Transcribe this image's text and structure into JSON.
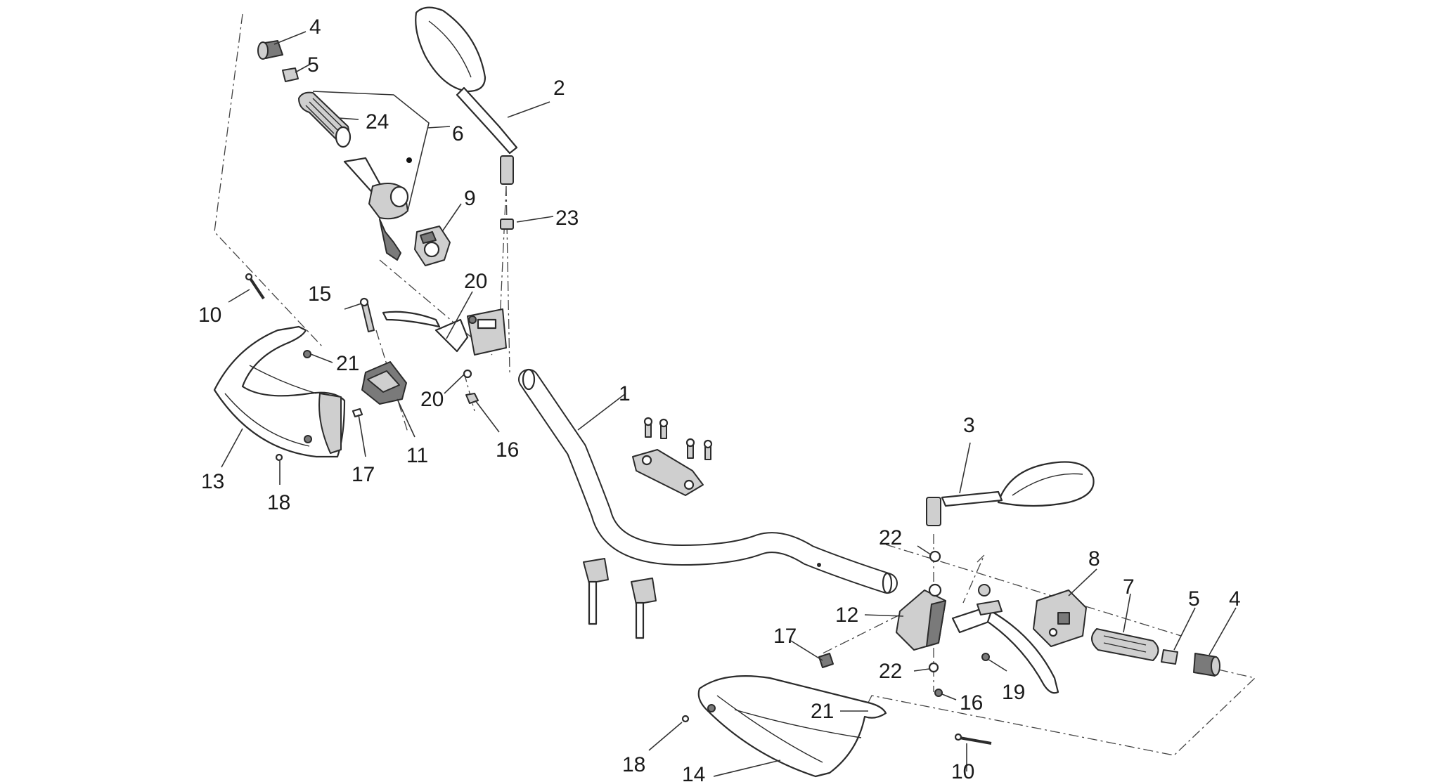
{
  "diagram": {
    "callouts": [
      {
        "id": "c4a",
        "text": "4"
      },
      {
        "id": "c5a",
        "text": "5"
      },
      {
        "id": "c2",
        "text": "2"
      },
      {
        "id": "c24",
        "text": "24"
      },
      {
        "id": "c6",
        "text": "6"
      },
      {
        "id": "c9",
        "text": "9"
      },
      {
        "id": "c23",
        "text": "23"
      },
      {
        "id": "c20a",
        "text": "20"
      },
      {
        "id": "c15",
        "text": "15"
      },
      {
        "id": "c10a",
        "text": "10"
      },
      {
        "id": "c21a",
        "text": "21"
      },
      {
        "id": "c20b",
        "text": "20"
      },
      {
        "id": "c1",
        "text": "1"
      },
      {
        "id": "c16a",
        "text": "16"
      },
      {
        "id": "c11",
        "text": "11"
      },
      {
        "id": "c17a",
        "text": "17"
      },
      {
        "id": "c13",
        "text": "13"
      },
      {
        "id": "c18a",
        "text": "18"
      },
      {
        "id": "c3",
        "text": "3"
      },
      {
        "id": "c22a",
        "text": "22"
      },
      {
        "id": "c8",
        "text": "8"
      },
      {
        "id": "c7",
        "text": "7"
      },
      {
        "id": "c5b",
        "text": "5"
      },
      {
        "id": "c4b",
        "text": "4"
      },
      {
        "id": "c12",
        "text": "12"
      },
      {
        "id": "c17b",
        "text": "17"
      },
      {
        "id": "c22b",
        "text": "22"
      },
      {
        "id": "c19",
        "text": "19"
      },
      {
        "id": "c16b",
        "text": "16"
      },
      {
        "id": "c21b",
        "text": "21"
      },
      {
        "id": "c18b",
        "text": "18"
      },
      {
        "id": "c14",
        "text": "14"
      },
      {
        "id": "c10b",
        "text": "10"
      }
    ]
  }
}
